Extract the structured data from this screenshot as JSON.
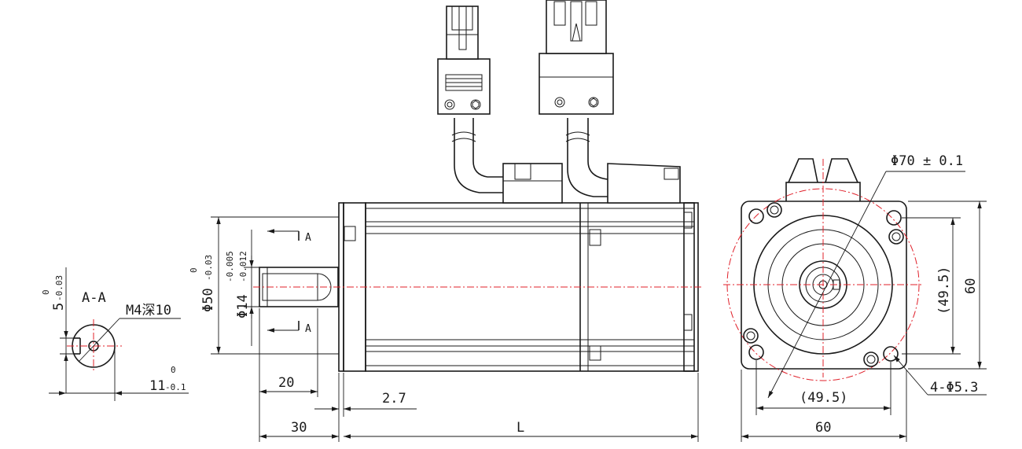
{
  "labels": {
    "section_title": "A-A",
    "thread_note": "M4深10",
    "key_width": "5",
    "key_width_tol_upper": "0",
    "key_width_tol_lower": "-0.03",
    "key_height": "11",
    "key_height_tol_upper": "0",
    "key_height_tol_lower": "-0.1",
    "spigot_dia": "Φ50",
    "spigot_dia_tol_upper": "0",
    "spigot_dia_tol_lower": "-0.03",
    "shaft_dia": "Φ14",
    "shaft_dia_tol_upper": "-0.005",
    "shaft_dia_tol_lower": "-0.012",
    "section_mark_top": "A",
    "section_mark_bottom": "A",
    "dim_20": "20",
    "dim_30": "30",
    "dim_2_7": "2.7",
    "dim_L": "L",
    "pcd": "Φ70 ± 0.1",
    "dim_49_5_vertical": "(49.5)",
    "dim_60_vertical": "60",
    "dim_49_5_horizontal": "(49.5)",
    "dim_60_horizontal": "60",
    "holes": "4-Φ5.3"
  },
  "colors": {
    "line": "#1a1a1a",
    "centerline": "#e0202a",
    "background": "#ffffff"
  }
}
